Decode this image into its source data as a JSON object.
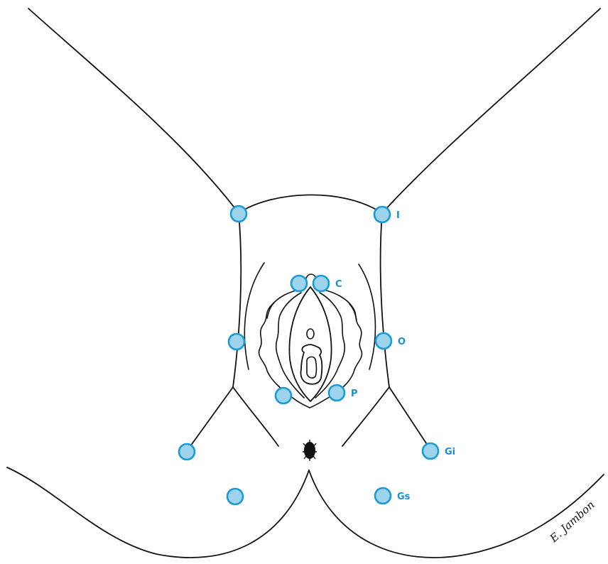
{
  "diagram": {
    "colors": {
      "point_fill": "#9dd3ec",
      "point_stroke": "#1a9ad6",
      "label_color": "#1a8fd0",
      "line_color": "#111111"
    },
    "points": [
      {
        "id": "I-left",
        "label": ""
      },
      {
        "id": "I-right",
        "label": "I"
      },
      {
        "id": "C-left",
        "label": ""
      },
      {
        "id": "C-right",
        "label": "C"
      },
      {
        "id": "O-left",
        "label": ""
      },
      {
        "id": "O-right",
        "label": "O"
      },
      {
        "id": "P-left",
        "label": ""
      },
      {
        "id": "P-right",
        "label": "P"
      },
      {
        "id": "Gi-left",
        "label": ""
      },
      {
        "id": "Gi-right",
        "label": "Gi"
      },
      {
        "id": "Gs-left",
        "label": ""
      },
      {
        "id": "Gs-right",
        "label": "Gs"
      }
    ],
    "signature": "E. Jambon"
  }
}
